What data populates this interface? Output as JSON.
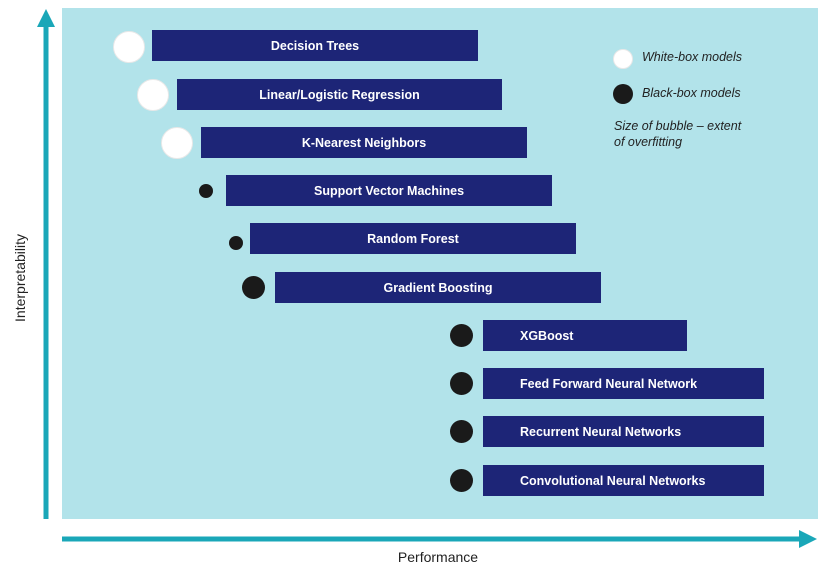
{
  "axes": {
    "y_label": "Interpretability",
    "x_label": "Performance",
    "color": "#1aa7b8"
  },
  "colors": {
    "panel": "#b2e3ea",
    "bar": "#1d2577",
    "bar_text": "#ffffff",
    "white_bubble": "#ffffff",
    "black_bubble": "#1a1a1a"
  },
  "legend": {
    "white": "White-box models",
    "black": "Black-box models",
    "size_note_line1": "Size of bubble – extent",
    "size_note_line2": "of overfitting"
  },
  "models": [
    {
      "name": "Decision Trees",
      "box": "white",
      "overfitting": "large"
    },
    {
      "name": "Linear/Logistic Regression",
      "box": "white",
      "overfitting": "large"
    },
    {
      "name": "K-Nearest Neighbors",
      "box": "white",
      "overfitting": "large"
    },
    {
      "name": "Support Vector Machines",
      "box": "black",
      "overfitting": "small"
    },
    {
      "name": "Random Forest",
      "box": "black",
      "overfitting": "small"
    },
    {
      "name": "Gradient Boosting",
      "box": "black",
      "overfitting": "medium"
    },
    {
      "name": "XGBoost",
      "box": "black",
      "overfitting": "medium"
    },
    {
      "name": "Feed Forward Neural Network",
      "box": "black",
      "overfitting": "medium"
    },
    {
      "name": "Recurrent Neural Networks",
      "box": "black",
      "overfitting": "medium"
    },
    {
      "name": "Convolutional Neural Networks",
      "box": "black",
      "overfitting": "medium"
    }
  ]
}
